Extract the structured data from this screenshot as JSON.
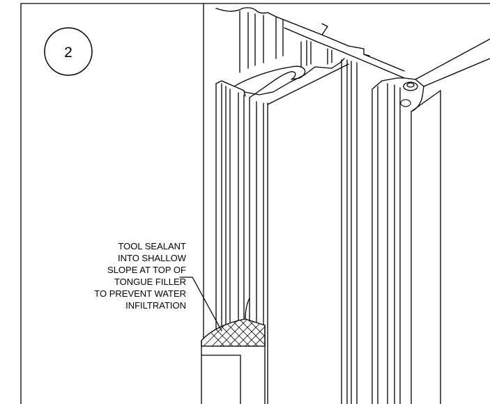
{
  "detail": {
    "number": "2"
  },
  "note": {
    "lines": [
      "TOOL SEALANT",
      "INTO SHALLOW",
      "SLOPE AT TOP OF",
      "TONGUE FILLER",
      "TO PREVENT WATER",
      "INFILTRATION"
    ]
  }
}
